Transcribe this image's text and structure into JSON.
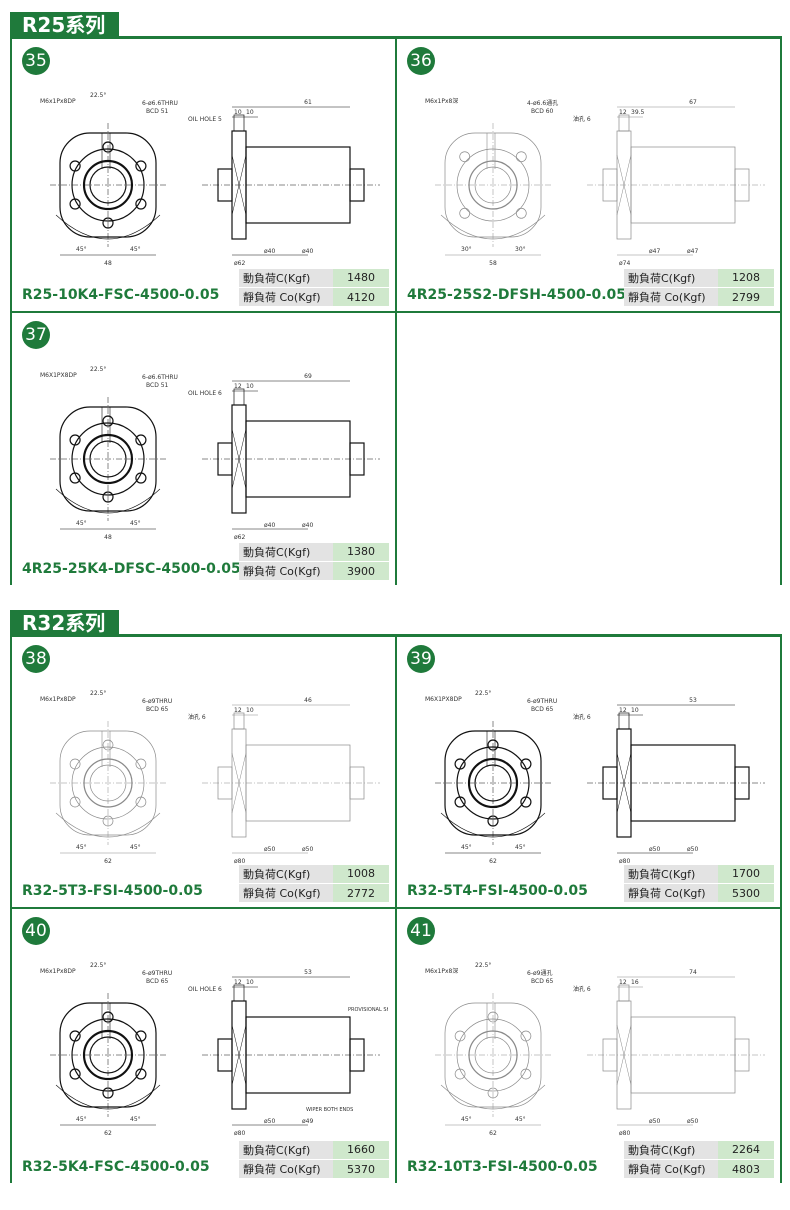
{
  "sections": [
    {
      "title": "R25系列",
      "items": [
        {
          "no": "35",
          "model": "R25-10K4-FSC-4500-0.05",
          "dynamic_label": "動負荷C(Kgf)",
          "dynamic_value": "1480",
          "static_label": "靜負荷 Co(Kgf)",
          "static_value": "4120",
          "dims": {
            "top": "61",
            "a": "10",
            "b": "10",
            "oil": "OIL HOLE 5",
            "thread": "M6x1Px8DP",
            "angle": "22.5°",
            "holes": "6-ø6.6THRU",
            "bcd": "BCD 51",
            "width": "48",
            "ang1": "45°",
            "ang2": "45°",
            "d1": "ø62",
            "d2": "ø40",
            "d3": "ø40"
          }
        },
        {
          "no": "36",
          "model": "4R25-25S2-DFSH-4500-0.05",
          "dynamic_label": "動負荷C(Kgf)",
          "dynamic_value": "1208",
          "static_label": "靜負荷 Co(Kgf)",
          "static_value": "2799",
          "dims": {
            "top": "67",
            "a": "12",
            "b": "39.5",
            "oil": "油孔 6",
            "thread": "M6x1Px8深",
            "angle": "",
            "holes": "4-ø6.6通孔",
            "bcd": "BCD 60",
            "width": "58",
            "ang1": "30°",
            "ang2": "30°",
            "d1": "ø74",
            "d2": "ø47",
            "d3": "ø47"
          }
        }
      ]
    },
    {
      "items": [
        {
          "no": "37",
          "model": "4R25-25K4-DFSC-4500-0.05",
          "dynamic_label": "動負荷C(Kgf)",
          "dynamic_value": "1380",
          "static_label": "靜負荷 Co(Kgf)",
          "static_value": "3900",
          "dims": {
            "top": "69",
            "a": "12",
            "b": "10",
            "oil": "OIL HOLE 6",
            "thread": "M6X1PX8DP",
            "angle": "22.5°",
            "holes": "6-ø6.6THRU",
            "bcd": "BCD 51",
            "width": "48",
            "ang1": "45°",
            "ang2": "45°",
            "d1": "ø62",
            "d2": "ø40",
            "d3": "ø40"
          }
        }
      ]
    },
    {
      "title": "R32系列",
      "items": [
        {
          "no": "38",
          "model": "R32-5T3-FSI-4500-0.05",
          "dynamic_label": "動負荷C(Kgf)",
          "dynamic_value": "1008",
          "static_label": "靜負荷 Co(Kgf)",
          "static_value": "2772",
          "dims": {
            "top": "46",
            "a": "12",
            "b": "10",
            "oil": "油孔 6",
            "thread": "M6x1Px8DP",
            "angle": "22.5°",
            "holes": "6-ø9THRU",
            "bcd": "BCD 65",
            "width": "62",
            "ang1": "45°",
            "ang2": "45°",
            "d1": "ø80",
            "d2": "ø50",
            "d3": "ø50"
          }
        },
        {
          "no": "39",
          "model": "R32-5T4-FSI-4500-0.05",
          "dynamic_label": "動負荷C(Kgf)",
          "dynamic_value": "1700",
          "static_label": "靜負荷 Co(Kgf)",
          "static_value": "5300",
          "dims": {
            "top": "53",
            "a": "12",
            "b": "10",
            "oil": "油孔 6",
            "thread": "M6X1PX8DP",
            "angle": "22.5°",
            "holes": "6-ø9THRU",
            "bcd": "BCD 65",
            "width": "62",
            "ang1": "45°",
            "ang2": "45°",
            "d1": "ø80",
            "d2": "ø50",
            "d3": "ø50"
          }
        },
        {
          "no": "40",
          "model": "R32-5K4-FSC-4500-0.05",
          "dynamic_label": "動負荷C(Kgf)",
          "dynamic_value": "1660",
          "static_label": "靜負荷 Co(Kgf)",
          "static_value": "5370",
          "dims": {
            "top": "53",
            "a": "12",
            "b": "10",
            "oil": "OIL HOLE 6",
            "thread": "M6x1Px8DP",
            "angle": "22.5°",
            "holes": "6-ø9THRU",
            "bcd": "BCD 65",
            "width": "62",
            "ang1": "45°",
            "ang2": "45°",
            "d1": "ø80",
            "d2": "ø50",
            "d3": "ø49",
            "note": "PROVISIONAL SHAFT",
            "note2": "WIPER BOTH ENDS"
          }
        },
        {
          "no": "41",
          "model": "R32-10T3-FSI-4500-0.05",
          "dynamic_label": "動負荷C(Kgf)",
          "dynamic_value": "2264",
          "static_label": "靜負荷 Co(Kgf)",
          "static_value": "4803",
          "dims": {
            "top": "74",
            "a": "12",
            "b": "16",
            "oil": "油孔 6",
            "thread": "M6x1Px8深",
            "angle": "22.5°",
            "holes": "6-ø9通孔",
            "bcd": "BCD 65",
            "width": "62",
            "ang1": "45°",
            "ang2": "45°",
            "d1": "ø80",
            "d2": "ø50",
            "d3": "ø50"
          }
        }
      ]
    }
  ]
}
